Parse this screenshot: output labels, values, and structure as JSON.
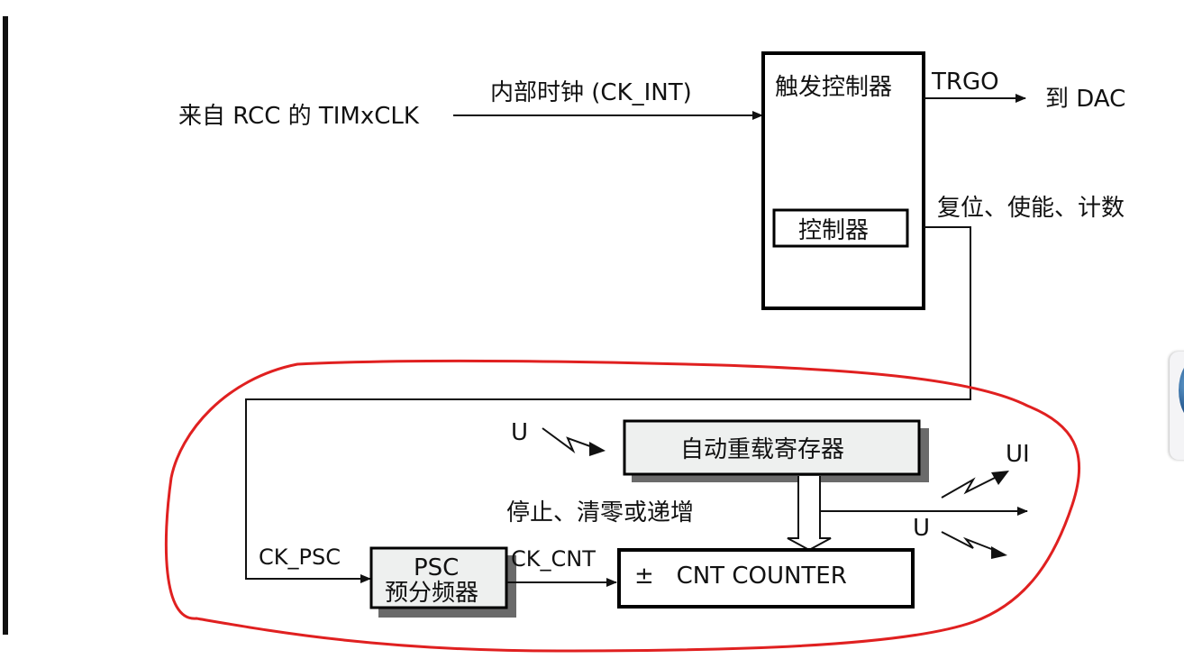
{
  "diagram": {
    "source_label": "来自 RCC 的 TIMxCLK",
    "internal_clock_label": "内部时钟 (CK_INT)",
    "trigger_controller_title": "触发控制器",
    "controller_label": "控制器",
    "trgo_label": "TRGO",
    "to_dac_label": "到 DAC",
    "reset_enable_count_label": "复位、使能、计数",
    "u_label_left": "U",
    "auto_reload_label": "自动重载寄存器",
    "stop_clear_label": "停止、清零或递增",
    "ui_label": "UI",
    "u_label_right": "U",
    "ck_psc_label": "CK_PSC",
    "psc_title": "PSC",
    "psc_subtitle": "预分频器",
    "ck_cnt_label": "CK_CNT",
    "counter_label": "±   CNT COUNTER"
  },
  "colors": {
    "annotation": "#e02020",
    "shaded_box_fill": "#eef0ef",
    "shadow": "#6a6a6a"
  },
  "icons": {
    "avatar": "avatar-icon"
  }
}
